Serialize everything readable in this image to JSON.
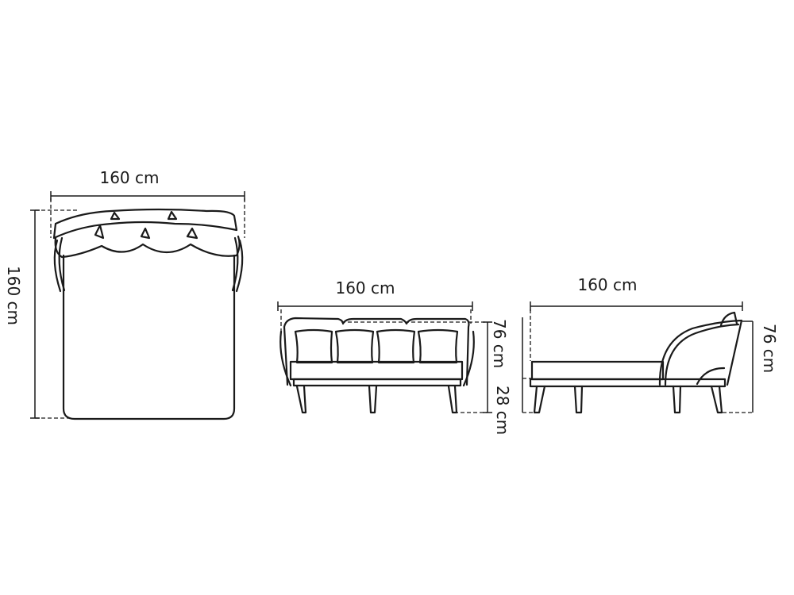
{
  "views": {
    "top": {
      "width_label": "160 cm",
      "depth_label": "160 cm"
    },
    "front": {
      "width_label": "160 cm",
      "height_label": "76 cm",
      "seat_height_label": "28 cm"
    },
    "side": {
      "length_label": "160 cm",
      "height_label": "76 cm"
    }
  },
  "colors": {
    "line": "#1a1a1a",
    "background": "#ffffff"
  }
}
